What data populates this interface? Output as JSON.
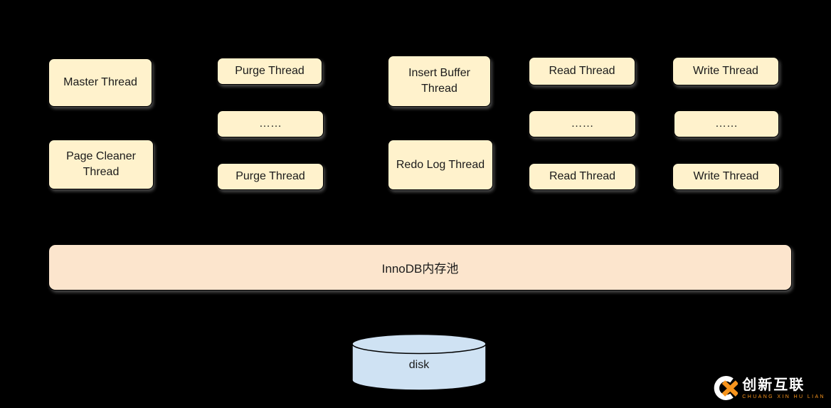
{
  "diagram": {
    "columns": [
      {
        "boxes": [
          {
            "label": "Master Thread"
          },
          {
            "label": "Page Cleaner Thread"
          }
        ]
      },
      {
        "boxes": [
          {
            "label": "Purge Thread"
          },
          {
            "label": "……"
          },
          {
            "label": "Purge Thread"
          }
        ]
      },
      {
        "boxes": [
          {
            "label": "Insert Buffer Thread"
          },
          {
            "label": "Redo Log Thread"
          }
        ]
      },
      {
        "boxes": [
          {
            "label": "Read Thread"
          },
          {
            "label": "……"
          },
          {
            "label": "Read Thread"
          }
        ]
      },
      {
        "boxes": [
          {
            "label": "Write Thread"
          },
          {
            "label": "……"
          },
          {
            "label": "Write Thread"
          }
        ]
      }
    ],
    "memory_pool": {
      "label": "InnoDB内存池"
    },
    "disk": {
      "label": "disk"
    }
  },
  "watermark": {
    "title": "创新互联",
    "subtitle": "CHUANG XIN HU LIAN"
  },
  "colors": {
    "background": "#000000",
    "thread_box_fill": "#FFF2CC",
    "memory_pool_fill": "#FCE5CD",
    "disk_fill": "#CFE2F3",
    "logo_accent": "#F7941D"
  }
}
